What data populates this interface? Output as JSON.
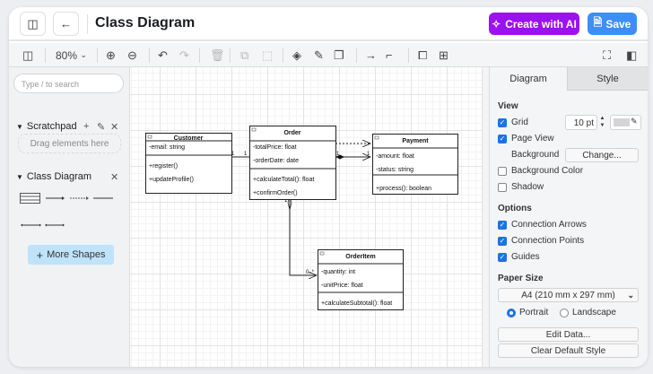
{
  "header": {
    "title": "Class Diagram",
    "ai_label": "Create with AI",
    "save_label": "Save"
  },
  "toolbar": {
    "zoom": "80%"
  },
  "sidebar": {
    "search_placeholder": "Type / to search",
    "scratchpad": "Scratchpad",
    "drag_hint": "Drag elements here",
    "class_diagram": "Class Diagram",
    "more_shapes": "More Shapes"
  },
  "diagram": {
    "customer": {
      "name": "Customer",
      "attrs": [
        "-email: string"
      ],
      "methods": [
        "+register()",
        "+updateProfile()"
      ]
    },
    "order": {
      "name": "Order",
      "attrs": [
        "-totalPrice: float",
        "-orderDate: date"
      ],
      "methods": [
        "+calculateTotal(): float",
        "+confirmOrder()"
      ]
    },
    "payment": {
      "name": "Payment",
      "attrs": [
        "-amount: float",
        "-status: string"
      ],
      "methods": [
        "+process(): boolean"
      ]
    },
    "orderitem": {
      "name": "OrderItem",
      "attrs": [
        "-quantity: int",
        "-unitPrice: float"
      ],
      "methods": [
        "+calculateSubtotal(): float"
      ]
    },
    "labels": {
      "cust_order_a": "1",
      "cust_order_b": "1",
      "order_pay_a": "1",
      "order_pay_b": "1",
      "order_item_a": "1",
      "order_item_b": "0..*"
    }
  },
  "panel": {
    "tabs": [
      "Diagram",
      "Style"
    ],
    "view": "View",
    "grid": "Grid",
    "grid_size": "10 pt",
    "page_view": "Page View",
    "background": "Background",
    "change": "Change...",
    "background_color": "Background Color",
    "shadow": "Shadow",
    "options": "Options",
    "connection_arrows": "Connection Arrows",
    "connection_points": "Connection Points",
    "guides": "Guides",
    "paper_size": "Paper Size",
    "paper": "A4 (210 mm x 297 mm)",
    "portrait": "Portrait",
    "landscape": "Landscape",
    "edit_data": "Edit Data...",
    "clear_style": "Clear Default Style",
    "checks": {
      "grid": true,
      "page_view": true,
      "background_color": false,
      "shadow": false,
      "connection_arrows": true,
      "connection_points": true,
      "guides": true
    },
    "orientation": "Portrait"
  },
  "colors": {
    "ai": "#9b12f0",
    "save": "#3d8ef7",
    "checkbox": "#1a73e8",
    "more_shapes": "#bfe3fb"
  }
}
